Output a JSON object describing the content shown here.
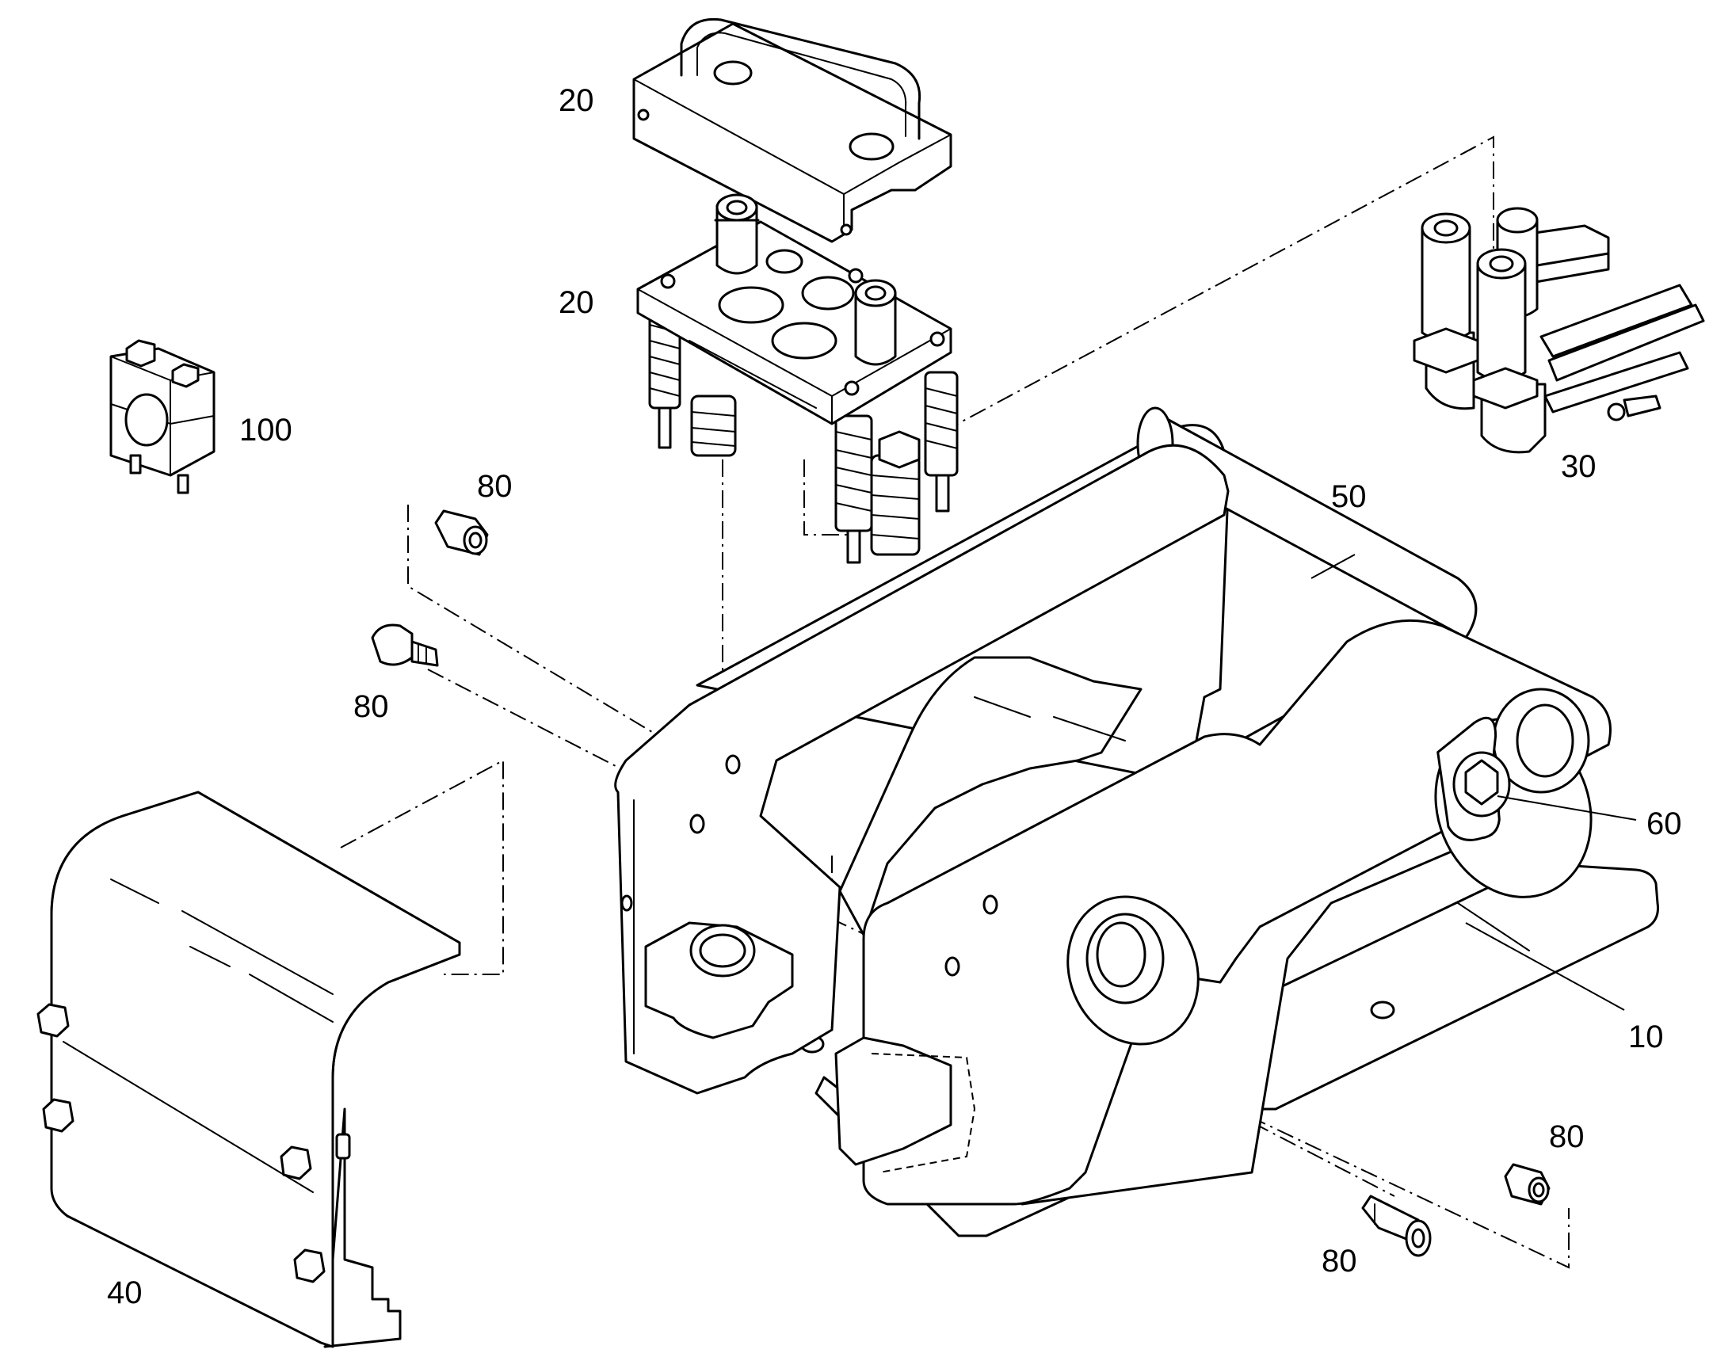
{
  "diagram": {
    "callouts": [
      {
        "id": "c20a",
        "text": "20",
        "part": "plate-cover"
      },
      {
        "id": "c20b",
        "text": "20",
        "part": "coupling-block"
      },
      {
        "id": "c100",
        "text": "100",
        "part": "pipe-clamp"
      },
      {
        "id": "c80a",
        "text": "80",
        "part": "sleeve-upper"
      },
      {
        "id": "c80b",
        "text": "80",
        "part": "bolt-upper"
      },
      {
        "id": "c30",
        "text": "30",
        "part": "hose-assembly"
      },
      {
        "id": "c50",
        "text": "50",
        "part": "pin"
      },
      {
        "id": "c60",
        "text": "60",
        "part": "pin-lock-bolt"
      },
      {
        "id": "c10",
        "text": "10",
        "part": "quick-coupler-frame"
      },
      {
        "id": "c40",
        "text": "40",
        "part": "guard-cover"
      },
      {
        "id": "c80c",
        "text": "80",
        "part": "sleeve-lower"
      },
      {
        "id": "c80d",
        "text": "80",
        "part": "bolt-lower"
      }
    ]
  }
}
